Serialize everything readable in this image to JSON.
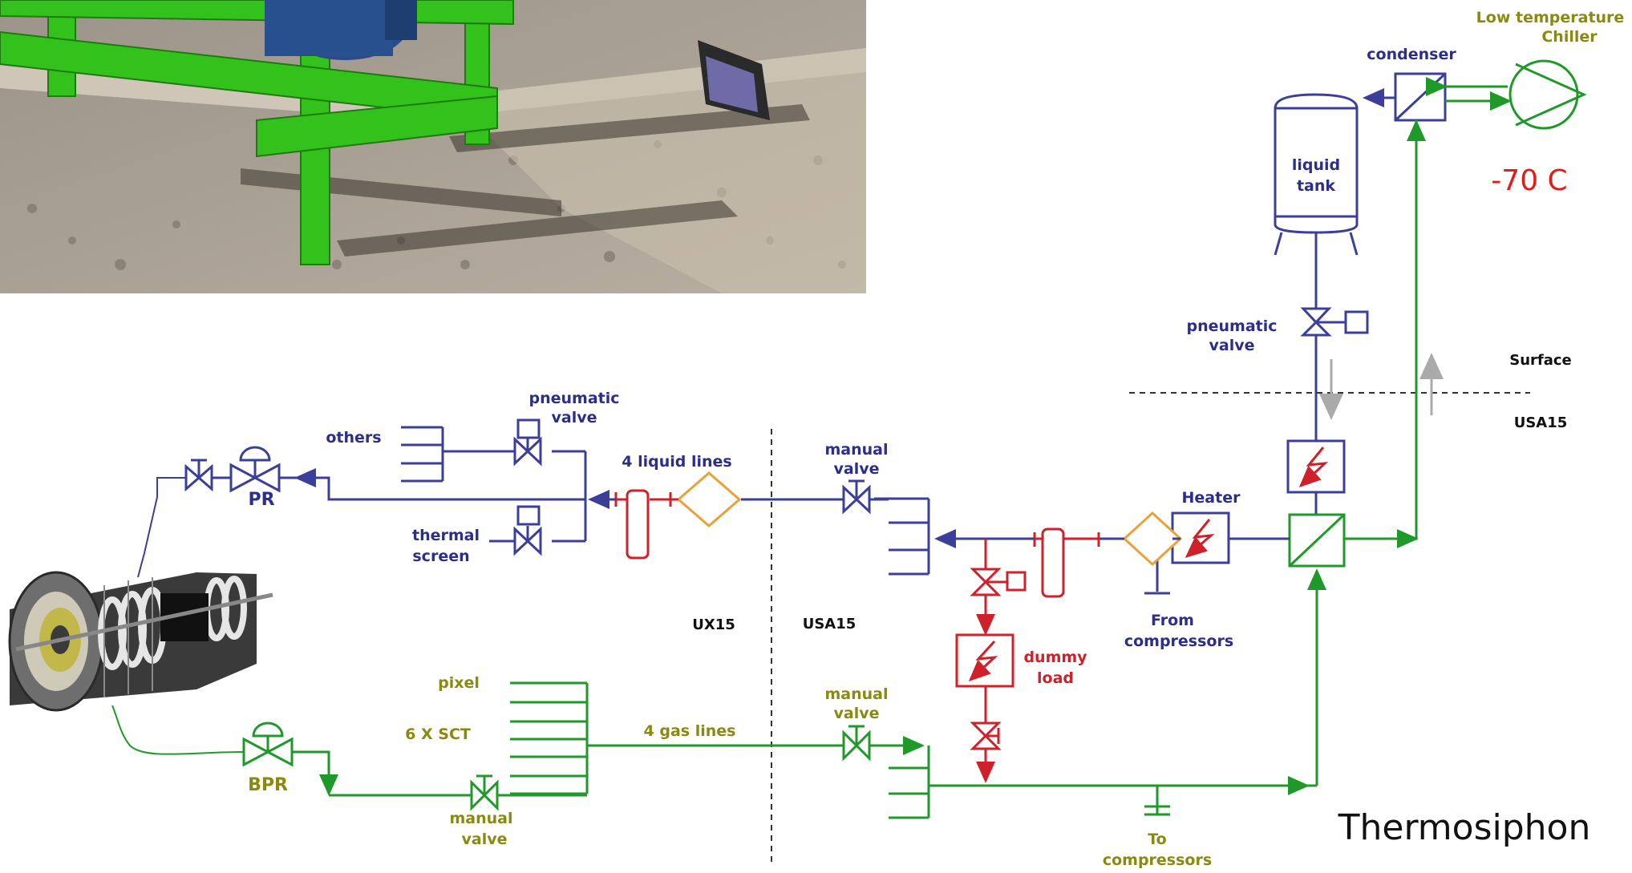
{
  "labels": {
    "chiller": [
      "Low temperature",
      "Chiller"
    ],
    "condenser": "condenser",
    "liquid_tank": [
      "liquid",
      "tank"
    ],
    "temperature": "-70 C",
    "pneumatic_valve_top": [
      "pneumatic",
      "valve"
    ],
    "surface": "Surface",
    "usa15_right": "USA15",
    "pneumatic_valve_left": [
      "pneumatic",
      "valve"
    ],
    "others": "others",
    "four_liquid_lines": "4 liquid lines",
    "manual_valve_top": [
      "manual",
      "valve"
    ],
    "heater": "Heater",
    "thermal_screen": [
      "thermal",
      "screen"
    ],
    "pr": "PR",
    "from_compressors": [
      "From",
      "compressors"
    ],
    "dummy_load": [
      "dummy",
      "load"
    ],
    "ux15": "UX15",
    "usa15_mid": "USA15",
    "pixel": "pixel",
    "sct": "6 X SCT",
    "four_gas_lines": "4 gas lines",
    "manual_valve_mid": [
      "manual",
      "valve"
    ],
    "bpr": "BPR",
    "manual_valve_bottom": [
      "manual",
      "valve"
    ],
    "to_compressors": [
      "To",
      "compressors"
    ],
    "thermosiphon": "Thermosiphon"
  },
  "colors": {
    "liquid_line": "#3b3f9a",
    "gas_line": "#1f9a2a",
    "heater_red": "#d0202a",
    "filter_orange": "#e8a23a",
    "olive_text": "#8a8a10",
    "temperature_red": "#e21b1b"
  }
}
